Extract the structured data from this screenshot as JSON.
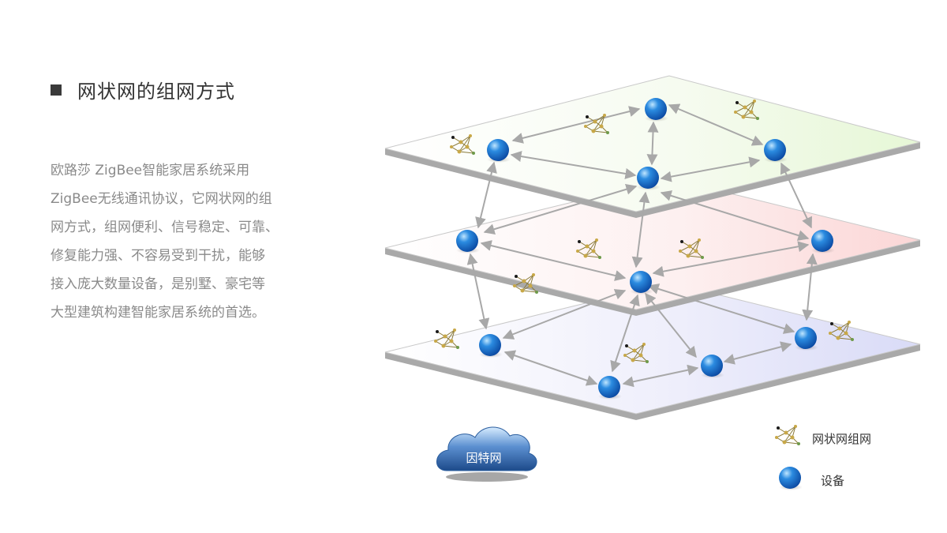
{
  "title": "网状网的组网方式",
  "body_lines": [
    "欧路莎 ZigBee智能家居系统采用",
    "ZigBee无线通讯协议，它网状网的组",
    "网方式，组网便利、信号稳定、可靠、",
    "修复能力强、不容易受到干扰，能够",
    "接入庞大数量设备，是别墅、豪宅等",
    "大型建筑构建智能家居系统的首选。"
  ],
  "cloud": {
    "label": "因特网",
    "icon": "cloud-icon"
  },
  "legend": {
    "mesh_label": "网状网组网",
    "device_label": "设备",
    "mesh_icon": "mesh-network-icon",
    "device_icon": "device-node-icon"
  },
  "colors": {
    "device_blue": "#1a6fc9",
    "arrow_gray": "#a8a8a8",
    "top_layer_tint": "#e6f7d6",
    "middle_layer_tint": "#fbd6d6",
    "bottom_layer_tint": "#d9dbf7",
    "mesh_node_gold": "#c8a848",
    "mesh_node_green": "#6e9a4a",
    "cloud_blue": "#2a5d9e"
  }
}
